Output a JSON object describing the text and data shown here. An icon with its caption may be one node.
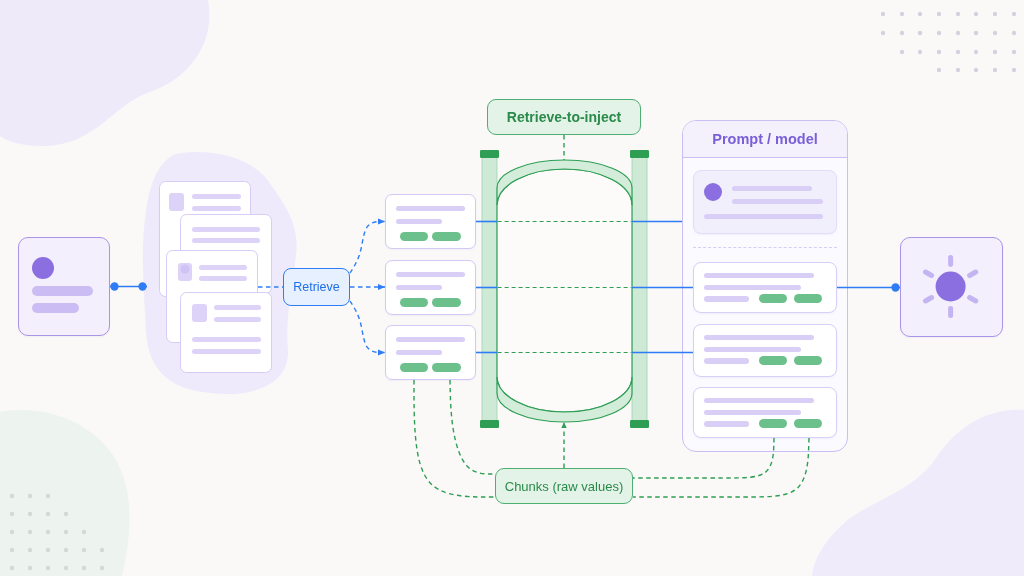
{
  "diagram": {
    "nodes": [
      {
        "text": [],
        "shape": "box"
      },
      {
        "text": [],
        "shape": "picture"
      },
      {
        "text": [
          "Retrieve"
        ]
      },
      {
        "text": [],
        "shape": "box"
      },
      {
        "text": [],
        "shape": "box"
      },
      {
        "text": [],
        "shape": "box"
      },
      {
        "text": [
          "Retrieve-to-inject"
        ]
      },
      {
        "text": [],
        "shape": "picture"
      },
      {
        "text": [
          "Prompt / model"
        ]
      },
      {
        "text": [],
        "shape": "box",
        "in": 8
      },
      {
        "text": [],
        "shape": "box",
        "in": 8
      },
      {
        "text": [],
        "shape": "box",
        "in": 8
      },
      {
        "text": [],
        "shape": "box",
        "in": 8
      },
      {
        "text": [],
        "shape": "box"
      },
      {
        "text": [
          "Chunks (raw values)"
        ]
      }
    ],
    "edges": [
      {
        "from": 0,
        "to": 1,
        "arrow": "other"
      },
      {
        "from": 1,
        "to": 2,
        "arrow": "none",
        "style": "dashed"
      },
      {
        "from": 2,
        "to": 3,
        "arrow": "to",
        "style": "dashed"
      },
      {
        "from": 2,
        "to": 4,
        "arrow": "to",
        "style": "dashed"
      },
      {
        "from": 2,
        "to": 5,
        "arrow": "to",
        "style": "dashed"
      },
      {
        "from": 3,
        "to": 7,
        "arrow": "none"
      },
      {
        "from": 4,
        "to": 7,
        "arrow": "none"
      },
      {
        "from": 5,
        "to": 7,
        "arrow": "none"
      },
      {
        "from": 7,
        "to": 8,
        "arrow": "none"
      },
      {
        "from": 7,
        "to": 10,
        "arrow": "none"
      },
      {
        "from": 7,
        "to": 11,
        "arrow": "none"
      },
      {
        "from": 10,
        "to": 13,
        "arrow": "other"
      },
      {
        "from": 6,
        "to": 7,
        "arrow": "none",
        "style": "dashed",
        "color": "#2e9e55"
      },
      {
        "from": 14,
        "to": 7,
        "arrow": "to",
        "style": "dashed",
        "color": "#2e9e55"
      },
      {
        "from": 5,
        "to": 14,
        "arrow": "none",
        "style": "dashed",
        "color": "#2e9e55"
      },
      {
        "from": 5,
        "to": 14,
        "arrow": "none",
        "style": "dashed",
        "color": "#2e9e55"
      },
      {
        "from": 12,
        "to": 14,
        "arrow": "none",
        "style": "dashed",
        "color": "#2e9e55"
      },
      {
        "from": 12,
        "to": 14,
        "arrow": "none",
        "style": "dashed",
        "color": "#2e9e55"
      }
    ]
  }
}
